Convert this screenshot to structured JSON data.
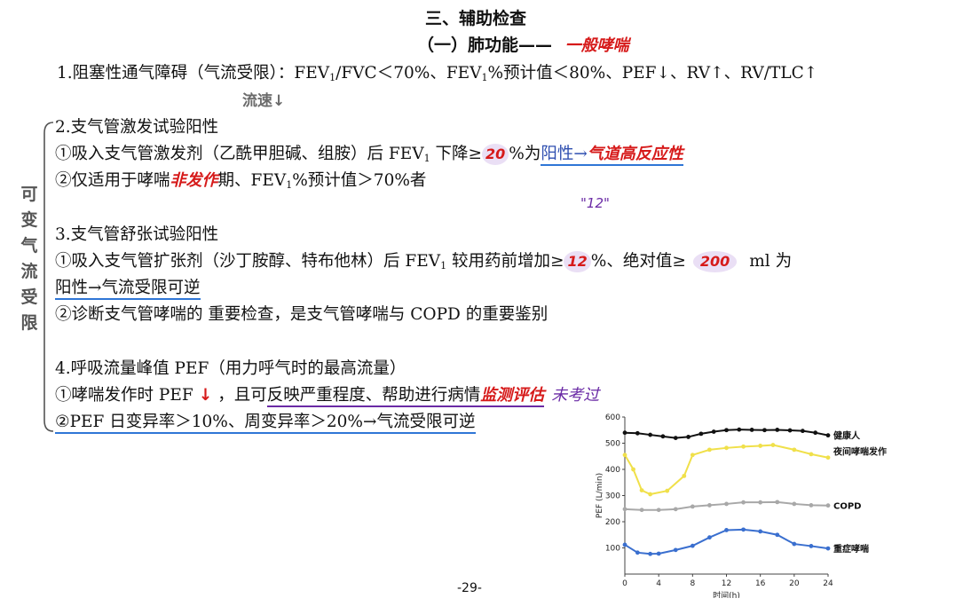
{
  "section_title": "三、辅助检查",
  "subsection_title": "（一）肺功能——",
  "subsection_note": "一般哮喘",
  "item1": {
    "text_a": "1.阻塞性通气障碍（气流受限）：FEV",
    "sub1": "1",
    "text_b": "/FVC＜70%、FEV",
    "sub2": "1",
    "text_c": "%预计值＜80%、PEF↓、RV↑、RV/TLC↑",
    "note": "流速↓"
  },
  "side_label": [
    "可",
    "变",
    "气",
    "流",
    "受",
    "限"
  ],
  "item2": {
    "title": "2.支气管激发试验阳性",
    "l1_a": "①吸入支气管激发剂（乙酰甲胆碱、组胺）后 FEV",
    "l1_sub": "1",
    "l1_b": " 下降≥",
    "l1_value": "20",
    "l1_c": "%为",
    "l1_d": "阳性→",
    "l1_e": "气道高反应性",
    "l2_a": "②仅适用于哮喘",
    "l2_red": "非发作",
    "l2_b": "期、FEV",
    "l2_sub": "1",
    "l2_c": "%预计值＞70%者",
    "note": "\"12\""
  },
  "item3": {
    "title": "3.支气管舒张试验阳性",
    "l1_a": "①吸入支气管扩张剂（沙丁胺醇、特布他林）后 FEV",
    "l1_sub": "1",
    "l1_b": " 较用药前增加≥",
    "l1_value": "12",
    "l1_c": "%、绝对值≥",
    "l1_value2": "200",
    "l1_d": "ml 为",
    "l2": "阳性→气流受限可逆",
    "l3": "②诊断支气管哮喘的 重要检查，是支气管哮喘与 COPD 的重要鉴别"
  },
  "item4": {
    "title": "4.呼吸流量峰值 PEF（用力呼气时的最高流量）",
    "l1_a": "①哮喘发作时 PEF",
    "l1_arrow": "↓",
    "l1_b": "，且可",
    "l1_c": "反映严重程度、帮助进行病情",
    "l1_d": "监测评估",
    "l1_note": "未考过",
    "l2": "②PEF 日变异率＞10%、周变异率＞20%→气流受限可逆"
  },
  "page_number": "-29-",
  "chart_data": {
    "type": "line",
    "xlabel": "时间(h)",
    "ylabel": "PEF (L/min)",
    "xlim": [
      0,
      24
    ],
    "ylim": [
      0,
      600
    ],
    "xticks": [
      0,
      4,
      8,
      12,
      16,
      20,
      24
    ],
    "yticks": [
      100,
      200,
      300,
      400,
      500,
      600
    ],
    "series": [
      {
        "name": "健康人",
        "color": "#111111",
        "x": [
          0,
          1.5,
          3,
          4.5,
          6,
          7.5,
          9,
          10.5,
          12,
          13.5,
          15,
          16.5,
          18,
          19.5,
          21,
          22.5,
          24
        ],
        "y": [
          540,
          538,
          532,
          526,
          520,
          524,
          536,
          544,
          550,
          552,
          551,
          550,
          551,
          549,
          547,
          540,
          530
        ]
      },
      {
        "name": "夜间哮喘发作",
        "color": "#f0e04a",
        "x": [
          0,
          1,
          2,
          3,
          5,
          7,
          8,
          10,
          12,
          14,
          16,
          17.5,
          20,
          22,
          24
        ],
        "y": [
          455,
          400,
          320,
          305,
          318,
          375,
          455,
          475,
          482,
          487,
          490,
          493,
          475,
          458,
          445
        ]
      },
      {
        "name": "COPD",
        "color": "#a8a8a8",
        "x": [
          0,
          2,
          4,
          6,
          8,
          10,
          12,
          14,
          16,
          18,
          20,
          22,
          24
        ],
        "y": [
          248,
          245,
          245,
          248,
          258,
          263,
          268,
          274,
          274,
          275,
          268,
          263,
          262
        ]
      },
      {
        "name": "重症哮喘",
        "color": "#3a6fcf",
        "x": [
          0,
          1.5,
          3,
          4,
          6,
          8,
          10,
          12,
          14,
          16,
          18,
          20,
          22,
          24
        ],
        "y": [
          112,
          82,
          77,
          78,
          92,
          108,
          140,
          168,
          170,
          163,
          150,
          115,
          107,
          98
        ]
      }
    ]
  }
}
